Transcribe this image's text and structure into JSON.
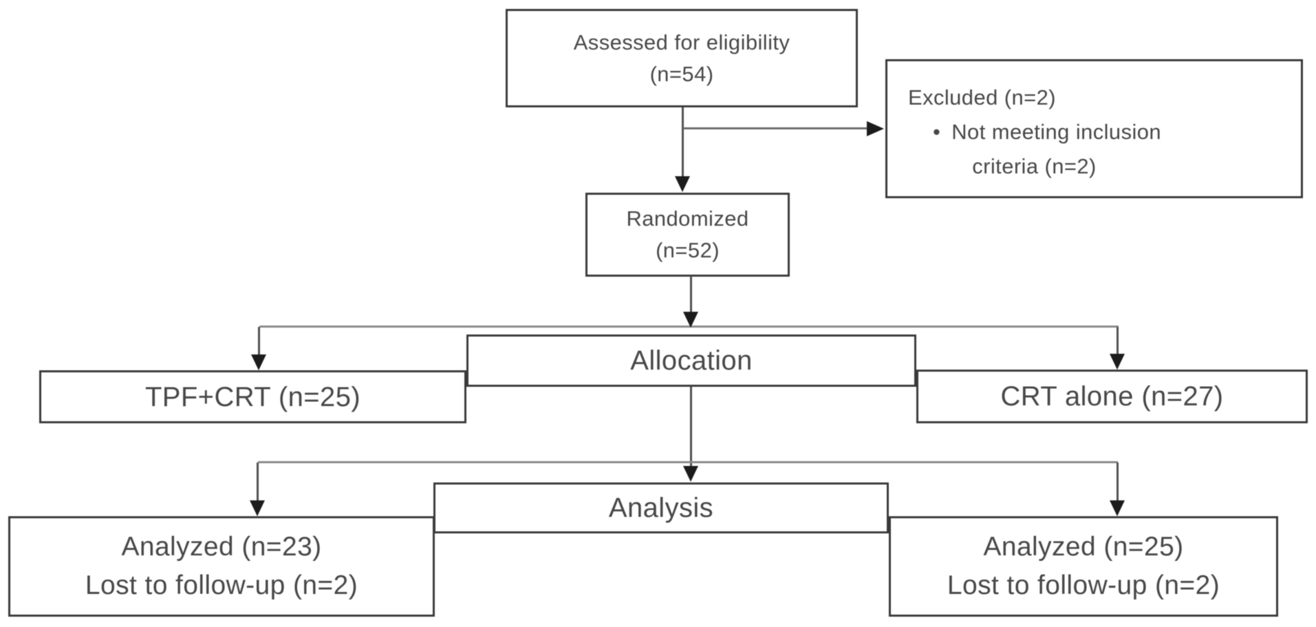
{
  "colors": {
    "border": "#3a3a3a",
    "text": "#484848",
    "connector_line": "#8a8a8a",
    "arrow": "#1c1c1c",
    "background": "#ffffff"
  },
  "flow": {
    "assessed": {
      "line1": "Assessed for eligibility",
      "line2": "(n=54)"
    },
    "excluded": {
      "title": "Excluded (n=2)",
      "bullet": "•",
      "item_line1": "Not meeting inclusion",
      "item_line2": "criteria (n=2)"
    },
    "randomized": {
      "line1": "Randomized",
      "line2": "(n=52)"
    },
    "allocation": {
      "label": "Allocation",
      "left_arm": "TPF+CRT (n=25)",
      "right_arm": "CRT alone (n=27)"
    },
    "analysis": {
      "label": "Analysis",
      "left_line1": "Analyzed (n=23)",
      "left_line2": "Lost to follow-up (n=2)",
      "right_line1": "Analyzed (n=25)",
      "right_line2": "Lost to follow-up (n=2)"
    }
  }
}
